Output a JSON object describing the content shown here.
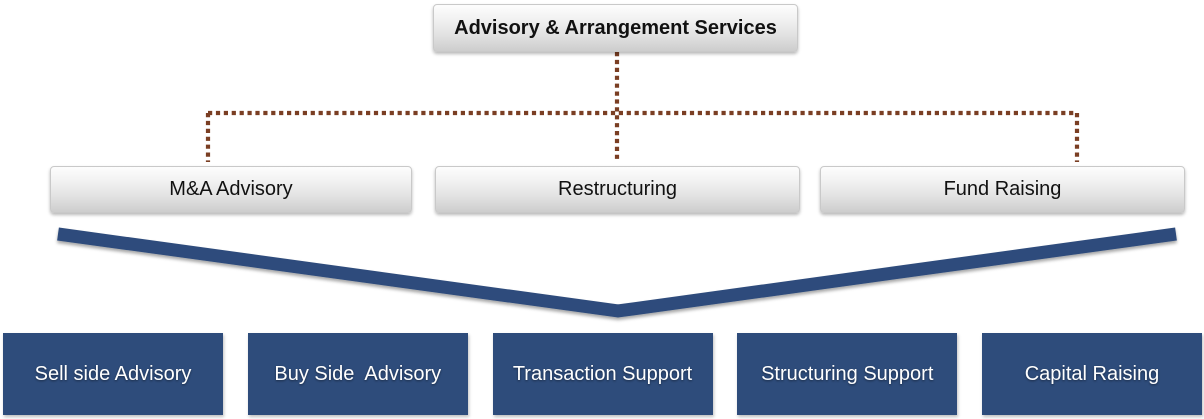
{
  "title_box": {
    "label": "Advisory & Arrangement Services"
  },
  "service_boxes": [
    {
      "label": "M&A Advisory"
    },
    {
      "label": "Restructuring"
    },
    {
      "label": "Fund Raising"
    }
  ],
  "detail_boxes": [
    {
      "label": "Sell side Advisory"
    },
    {
      "label": "Buy Side  Advisory"
    },
    {
      "label": "Transaction Support"
    },
    {
      "label": "Structuring Support"
    },
    {
      "label": "Capital Raising"
    }
  ],
  "colors": {
    "connector_brown": "#7A3E23",
    "chevron_blue": "#2E4C7B",
    "detail_box_blue": "#2E4C7B"
  }
}
